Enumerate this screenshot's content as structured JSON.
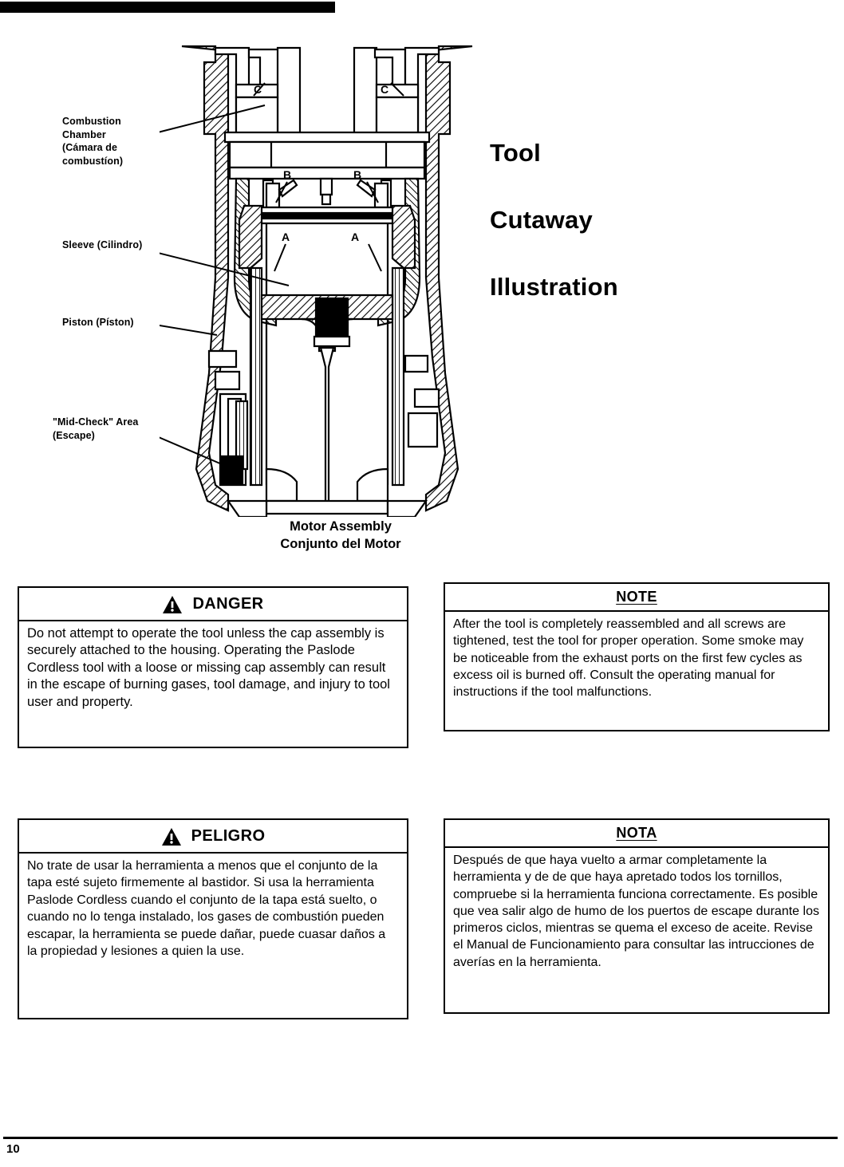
{
  "page": {
    "number": "10"
  },
  "headline": {
    "line1": "Tool",
    "line2": "Cutaway",
    "line3": "Illustration"
  },
  "diagram": {
    "caption_en": "Motor Assembly",
    "caption_es": "Conjunto del Motor",
    "callouts": [
      {
        "id": "combustion-chamber",
        "text": "Combustion\nChamber\n(Cámara de\ncombustíon)"
      },
      {
        "id": "sleeve",
        "text": "Sleeve  (Cilindro)"
      },
      {
        "id": "piston",
        "text": "Piston (Píston)"
      },
      {
        "id": "mid-check-area",
        "text": "\"Mid-Check\" Area\n(Escape)"
      }
    ],
    "markers": [
      {
        "id": "c-left",
        "label": "C"
      },
      {
        "id": "c-right",
        "label": "C"
      },
      {
        "id": "b-left",
        "label": "B"
      },
      {
        "id": "b-right",
        "label": "B"
      },
      {
        "id": "a-left",
        "label": "A"
      },
      {
        "id": "a-right",
        "label": "A"
      }
    ]
  },
  "boxes": {
    "danger": {
      "title": "DANGER",
      "icon": "warning-triangle-icon",
      "body": "Do not attempt to operate the tool unless the cap assembly is securely attached to the housing. Operating the Paslode Cordless  tool with a loose or missing cap assembly can result in the escape of burning gases, tool damage, and injury to tool user and property."
    },
    "note": {
      "title": "NOTE",
      "body": "After the tool is completely reassembled and all screws are tightened, test the tool for proper operation. Some smoke may be noticeable from the exhaust ports on the first few cycles as excess oil is burned off. Consult the operating manual for instructions if the tool malfunctions."
    },
    "peligro": {
      "title": "PELIGRO",
      "icon": "warning-triangle-icon",
      "body": "No trate de usar la herramienta a menos que el conjunto de la tapa esté sujeto firmemente al bastidor.  Si usa la herramienta Paslode Cordless cuando el conjunto de la tapa está suelto, o cuando no lo tenga instalado, los gases de combustión pueden escapar, la herramienta se puede dañar, puede cuasar daños a la propiedad y lesiones a quien la use."
    },
    "nota": {
      "title": "NOTA",
      "body": "Después de que haya vuelto a armar completamente la herramienta y de de que haya apretado todos los tornillos, compruebe si la herramienta funciona correctamente.  Es posible que vea salir algo de humo de los puertos de escape durante los primeros ciclos, mientras se quema el exceso de aceite. Revise el Manual de Funcionamiento para consultar las intrucciones de averías en la herramienta."
    }
  }
}
